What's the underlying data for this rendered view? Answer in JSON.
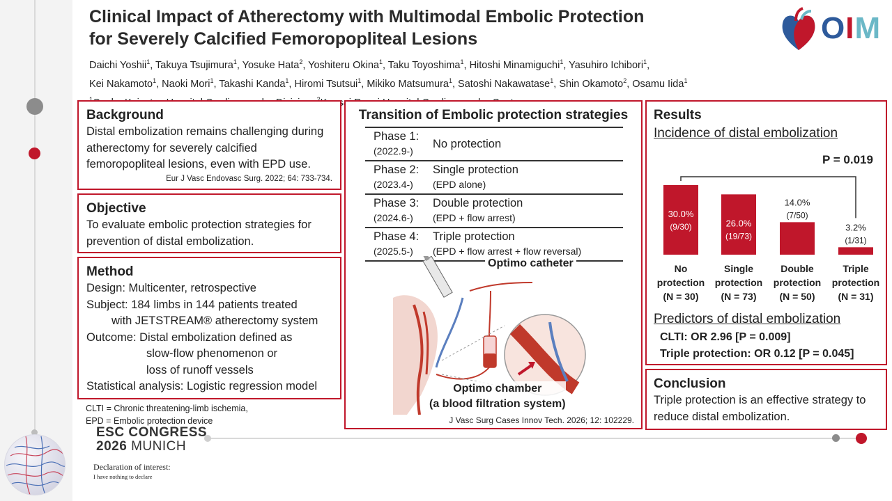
{
  "title": {
    "line1": "Clinical Impact of Atherectomy with Multimodal Embolic Protection",
    "line2": "for Severely Calcified Femoropopliteal Lesions"
  },
  "authors": {
    "line1": [
      [
        "Daichi Yoshii",
        "1"
      ],
      [
        "Takuya Tsujimura",
        "1"
      ],
      [
        "Yosuke Hata",
        "2"
      ],
      [
        "Yoshiteru Okina",
        "1"
      ],
      [
        "Taku Toyoshima",
        "1"
      ],
      [
        "Hitoshi Minamiguchi",
        "1"
      ],
      [
        "Yasuhiro Ichibori",
        "1"
      ]
    ],
    "line2": [
      [
        "Kei Nakamoto",
        "1"
      ],
      [
        "Naoki Mori",
        "1"
      ],
      [
        "Takashi Kanda",
        "1"
      ],
      [
        "Hiromi Tsutsui",
        "1"
      ],
      [
        "Mikiko Matsumura",
        "1"
      ],
      [
        "Satoshi Nakawatase",
        "1"
      ],
      [
        "Shin Okamoto",
        "2"
      ],
      [
        "Osamu Iida",
        "1"
      ]
    ],
    "affil1_sup": "1",
    "affil1": "Osaka Keisatsu Hospital Cardiovascular Division, ",
    "affil2_sup": "2",
    "affil2": "Kansai Rosai Hospital Cardiovascular Center"
  },
  "logo": {
    "text": "OIM",
    "colors": [
      "#2e5a9b",
      "#c0172b",
      "#6bb8c7"
    ]
  },
  "background": {
    "heading": "Background",
    "text": "Distal embolization remains challenging during atherectomy for severely calcified femoropopliteal lesions, even with EPD use.",
    "ref": "Eur J Vasc Endovasc Surg. 2022; 64: 733-734."
  },
  "objective": {
    "heading": "Objective",
    "text": "To evaluate embolic protection strategies for prevention of distal embolization."
  },
  "method": {
    "heading": "Method",
    "design": "Design: Multicenter, retrospective",
    "subject1": "Subject: 184 limbs in 144 patients treated",
    "subject2": "with JETSTREAM® atherectomy system",
    "outcome1": "Outcome: Distal embolization defined as",
    "outcome2": "slow-flow phenomenon or",
    "outcome3": "loss of runoff vessels",
    "stats": "Statistical analysis: Logistic regression model"
  },
  "abbreviations": {
    "clti": "CLTI = Chronic threatening-limb ischemia,",
    "epd": "EPD = Embolic protection device"
  },
  "transition": {
    "heading": "Transition of Embolic protection strategies",
    "phases": [
      {
        "name": "Phase 1:",
        "date": "(2022.9-)",
        "strategy": "No protection",
        "detail": ""
      },
      {
        "name": "Phase 2:",
        "date": "(2023.4-)",
        "strategy": "Single protection",
        "detail": "(EPD alone)"
      },
      {
        "name": "Phase 3:",
        "date": "(2024.6-)",
        "strategy": "Double protection",
        "detail": "(EPD + flow arrest)"
      },
      {
        "name": "Phase 4:",
        "date": "(2025.5-)",
        "strategy": "Triple protection",
        "detail": "(EPD + flow arrest + flow reversal)"
      }
    ],
    "catheter_label": "Optimo catheter",
    "chamber_label1": "Optimo chamber",
    "chamber_label2": "(a blood filtration system)",
    "ref": "J Vasc Surg Cases Innov Tech. 2026; 12: 102229."
  },
  "results": {
    "heading": "Results",
    "subheading": "Incidence of distal embolization",
    "p_value": "P = 0.019",
    "predictors_title": "Predictors of distal embolization",
    "predictor1": "CLTI: OR 2.96 [P = 0.009]",
    "predictor2": "Triple protection: OR 0.12 [P = 0.045]"
  },
  "chart_data": {
    "type": "bar",
    "categories": [
      "No protection (N = 30)",
      "Single protection (N = 73)",
      "Double protection (N = 50)",
      "Triple protection (N = 31)"
    ],
    "category_lines": [
      [
        "No",
        "protection",
        "(N = 30)"
      ],
      [
        "Single",
        "protection",
        "(N = 73)"
      ],
      [
        "Double",
        "protection",
        "(N = 50)"
      ],
      [
        "Triple",
        "protection",
        "(N = 31)"
      ]
    ],
    "values": [
      30.0,
      26.0,
      14.0,
      3.2
    ],
    "value_labels": [
      "30.0%",
      "26.0%",
      "14.0%",
      "3.2%"
    ],
    "count_labels": [
      "(9/30)",
      "(19/73)",
      "(7/50)",
      "(1/31)"
    ],
    "ylim": [
      0,
      30
    ],
    "bar_color": "#c0172b",
    "annotation": "P = 0.019"
  },
  "conclusion": {
    "heading": "Conclusion",
    "text": "Triple protection is an effective strategy to reduce distal embolization."
  },
  "footer": {
    "congress_line1": "ESC CONGRESS",
    "congress_year": "2026",
    "congress_city": "MUNICH",
    "declaration": "Declaration of interest:",
    "declaration_text": "I have nothing to declare"
  },
  "colors": {
    "accent": "#c0172b",
    "text": "#222222"
  }
}
